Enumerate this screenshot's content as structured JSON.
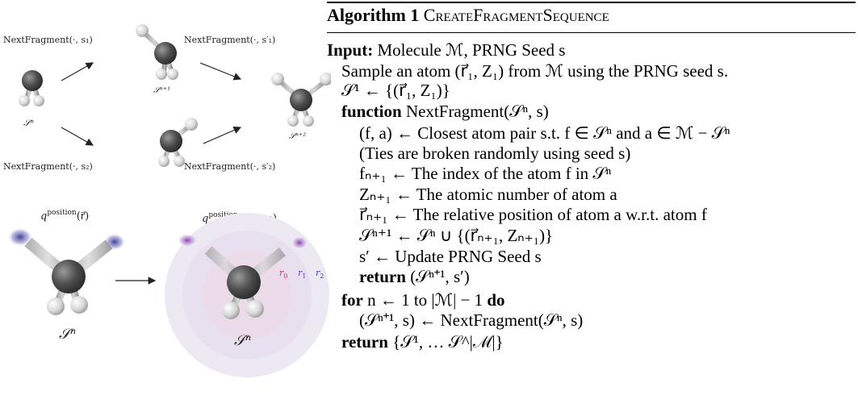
{
  "figure": {
    "top": {
      "label_next_s1": "NextFragment(·, s₁)",
      "label_next_s1p": "NextFragment(·, s′₁)",
      "label_next_s2": "NextFragment(·, s₂)",
      "label_next_s2p": "NextFragment(·, s′₂)",
      "label_sn": "𝒮ⁿ",
      "label_sn1": "𝒮ⁿ⁺¹",
      "label_sn2": "𝒮ⁿ⁺²"
    },
    "bottom": {
      "q_left": "q^position(r⃗)",
      "q_right": "q^position(r, θ, φ)",
      "label_sn_left": "𝒮ⁿ",
      "label_sn_right": "𝒮ⁿ",
      "r0": "r₀",
      "r1": "r₁",
      "r2": "r₂"
    },
    "colors": {
      "carbon": "#555555",
      "hydrogen": "#e6e6e6",
      "r0": "#c0337a",
      "r1": "#6a3fb0",
      "r2": "#3b3fa8",
      "sphere": "#dcd6ea"
    }
  },
  "algorithm": {
    "number_label": "Algorithm 1",
    "name": "CreateFragmentSequence",
    "lines": [
      "Input: Molecule ℳ, PRNG Seed s",
      "Sample an atom (r⃗₁, Z₁) from ℳ using the PRNG seed s.",
      "𝒮¹ ← {(r⃗₁, Z₁)}",
      "function NextFragment(𝒮ⁿ, s)",
      "(f, a) ← Closest atom pair s.t. f ∈ 𝒮ⁿ and a ∈ ℳ − 𝒮ⁿ",
      "(Ties are broken randomly using seed s)",
      "fₙ₊₁ ← The index of the atom f in 𝒮ⁿ",
      "Zₙ₊₁ ← The atomic number of atom a",
      "r⃗ₙ₊₁ ← The relative position of atom a w.r.t. atom f",
      "𝒮ⁿ⁺¹ ← 𝒮ⁿ ∪ {(r⃗ₙ₊₁, Zₙ₊₁)}",
      "s′ ← Update PRNG Seed s",
      "return (𝒮ⁿ⁺¹, s′)",
      "for n ← 1 to |ℳ| − 1 do",
      "(𝒮ⁿ⁺¹, s) ← NextFragment(𝒮ⁿ, s)",
      "return {𝒮¹, … 𝒮^|ℳ|}"
    ]
  }
}
